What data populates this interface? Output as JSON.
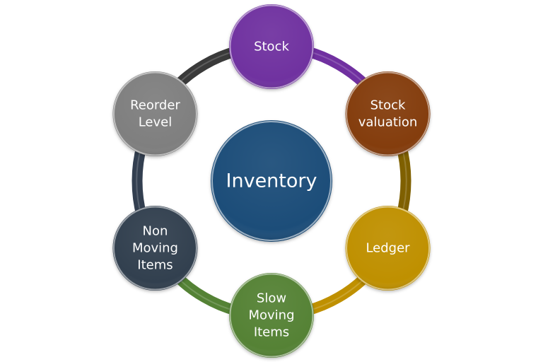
{
  "diagram": {
    "type": "cycle-hub",
    "center": {
      "label": "Inventory",
      "color": "#1f4e79"
    },
    "nodes": [
      {
        "id": "stock",
        "lines": [
          "Stock"
        ],
        "color": "#7030a0",
        "arc_color": "#7030a0"
      },
      {
        "id": "stock-valuation",
        "lines": [
          "Stock",
          "valuation"
        ],
        "color": "#843c0c",
        "arc_color": "#7f6000"
      },
      {
        "id": "ledger",
        "lines": [
          "Ledger"
        ],
        "color": "#bf9000",
        "arc_color": "#bf9000"
      },
      {
        "id": "slow-moving",
        "lines": [
          "Slow",
          "Moving",
          "Items"
        ],
        "color": "#548235",
        "arc_color": "#548235"
      },
      {
        "id": "non-moving",
        "lines": [
          "Non",
          "Moving",
          "Items"
        ],
        "color": "#323f4f",
        "arc_color": "#333f50"
      },
      {
        "id": "reorder-level",
        "lines": [
          "Reorder",
          "Level"
        ],
        "color": "#7f7f7f",
        "arc_color": "#3a3a3a"
      }
    ]
  }
}
